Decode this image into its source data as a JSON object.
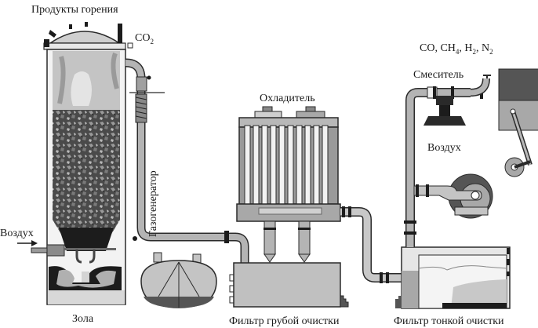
{
  "title": "Газогенераторная установка",
  "labels": {
    "combustion_products": "Продукты горения",
    "co2": "CO",
    "co2_sub": "2",
    "air_left": "Воздух",
    "ash": "Зола",
    "gas_generator": "Газогенератор",
    "cooler": "Охладитель",
    "coarse_filter": "Фильтр грубой очистки",
    "fine_filter": "Фильтр тонкой очистки",
    "mixer": "Смеситель",
    "air_mixer": "Воздух",
    "gas_formula": {
      "co": "CO, CH",
      "ch4_sub": "4",
      "h2": ", H",
      "h2_sub": "2",
      "n2": ", N",
      "n2_sub": "2"
    }
  },
  "colors": {
    "outline": "#2a2a2a",
    "light": "#d0d0d0",
    "mid": "#a8a8a8",
    "dark": "#555555",
    "black": "#1c1c1c",
    "pipe": "#b4b4b4"
  }
}
